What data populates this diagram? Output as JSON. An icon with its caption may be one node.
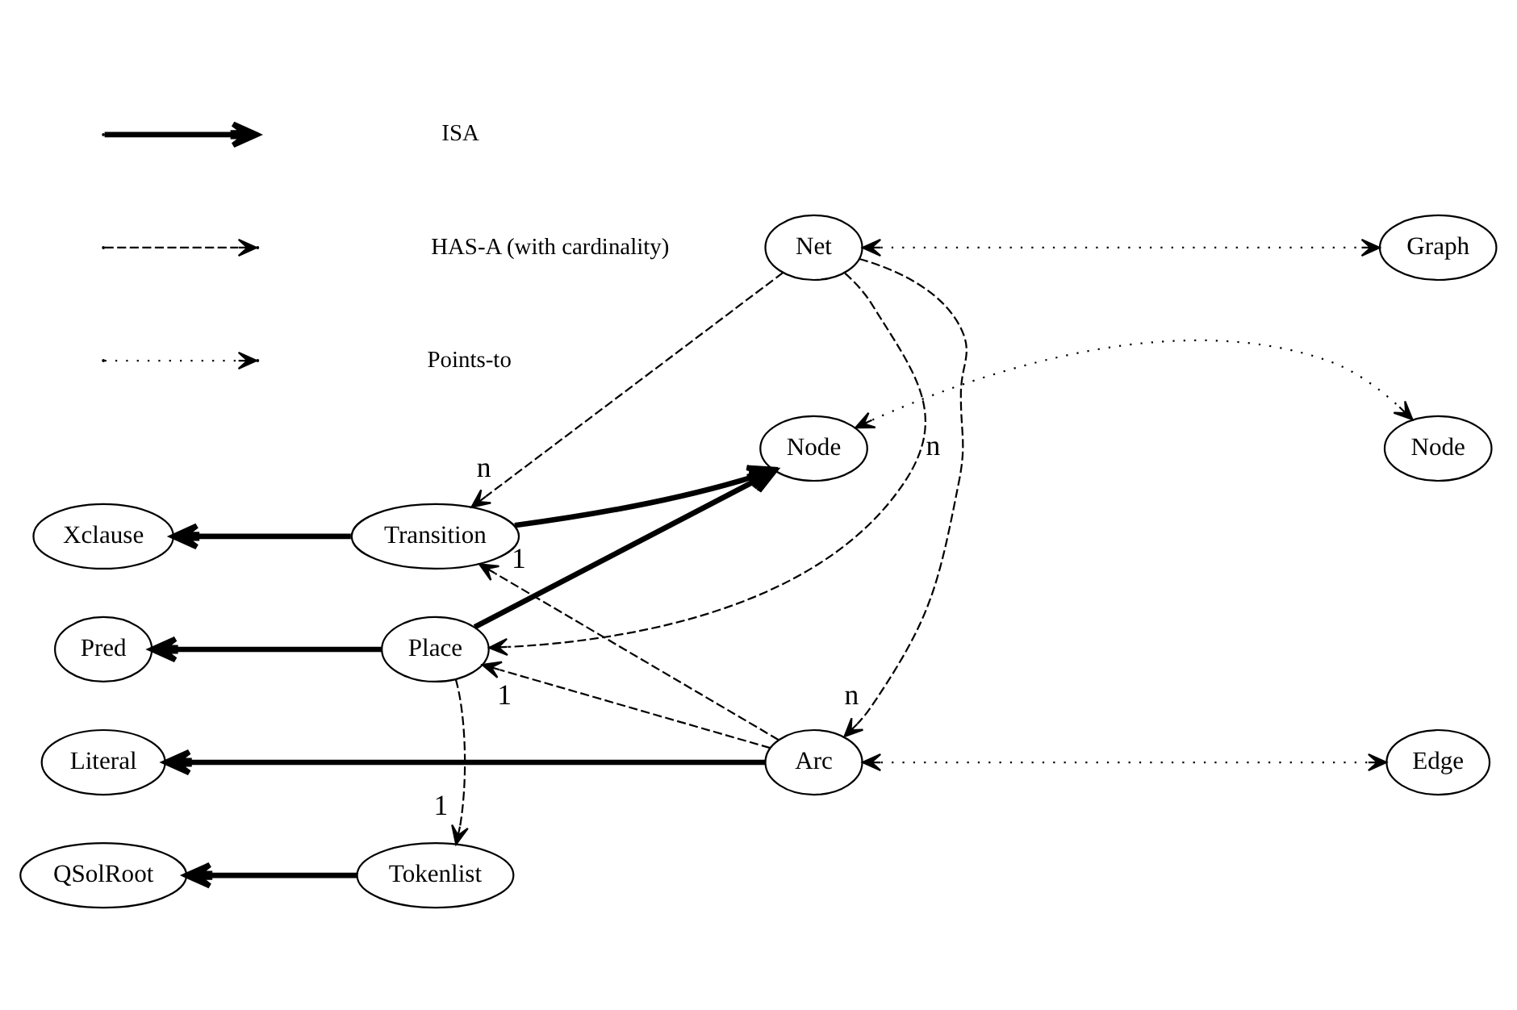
{
  "diagram": {
    "nodes": [
      {
        "text": [
          "Net"
        ]
      },
      {
        "text": [
          "Graph"
        ]
      },
      {
        "text": [
          "Xclause"
        ]
      },
      {
        "text": [
          "Transition"
        ]
      },
      {
        "text": [
          "Node"
        ]
      },
      {
        "text": [
          "Node"
        ]
      },
      {
        "text": [
          "Pred"
        ]
      },
      {
        "text": [
          "Place"
        ]
      },
      {
        "text": [
          "Literal"
        ]
      },
      {
        "text": [
          "Arc"
        ]
      },
      {
        "text": [
          "Edge"
        ]
      },
      {
        "text": [
          "QSolRoot"
        ]
      },
      {
        "text": [
          "Tokenlist"
        ]
      }
    ],
    "edges": [
      {
        "from": 0,
        "to": 1,
        "arrow": "both",
        "style": "dashed"
      },
      {
        "from": 0,
        "to": 3,
        "arrow": "to",
        "style": "dashed",
        "label": "n"
      },
      {
        "from": 0,
        "to": 7,
        "arrow": "to",
        "style": "dashed",
        "label": "n"
      },
      {
        "from": 0,
        "to": 9,
        "arrow": "to",
        "style": "dashed",
        "label": "n"
      },
      {
        "from": 3,
        "to": 2,
        "arrow": "to",
        "style": "thick"
      },
      {
        "from": 3,
        "to": 4,
        "arrow": "to",
        "style": "thick"
      },
      {
        "from": 4,
        "to": 5,
        "arrow": "both",
        "style": "dashed"
      },
      {
        "from": 7,
        "to": 6,
        "arrow": "to",
        "style": "thick"
      },
      {
        "from": 7,
        "to": 4,
        "arrow": "to",
        "style": "thick"
      },
      {
        "from": 9,
        "to": 3,
        "arrow": "to",
        "style": "dashed",
        "label": "1"
      },
      {
        "from": 9,
        "to": 7,
        "arrow": "to",
        "style": "dashed",
        "label": "1"
      },
      {
        "from": 9,
        "to": 8,
        "arrow": "to",
        "style": "thick"
      },
      {
        "from": 9,
        "to": 10,
        "arrow": "both",
        "style": "dashed"
      },
      {
        "from": 7,
        "to": 12,
        "arrow": "to",
        "style": "dashed",
        "label": "1"
      },
      {
        "from": 12,
        "to": 11,
        "arrow": "to",
        "style": "thick"
      }
    ],
    "legend": [
      {
        "text": "ISA"
      },
      {
        "text": "HAS-A (with cardinality)"
      },
      {
        "text": "Points-to"
      }
    ]
  }
}
